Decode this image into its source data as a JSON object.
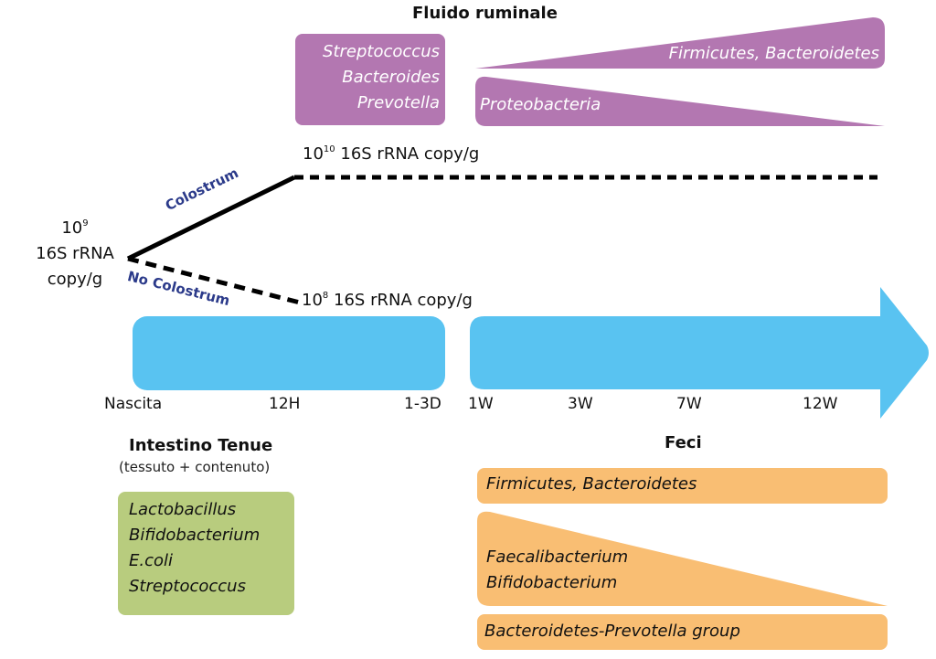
{
  "colors": {
    "rumen": "#b377b1",
    "timeline": "#59c3f1",
    "small_intestine": "#b8cc7e",
    "feces": "#f9be73",
    "branch_label": "#2b3a8a",
    "line": "#000000"
  },
  "rumen": {
    "title": "Fluido ruminale",
    "early_box": [
      "Streptococcus",
      "Bacteroides",
      "Prevotella"
    ],
    "increasing": "Firmicutes, Bacteroidetes",
    "decreasing": "Proteobacteria"
  },
  "load": {
    "birth": {
      "base": "10",
      "exp": "9",
      "line1": "16S  rRNA",
      "line2": "copy/g"
    },
    "colostrum": {
      "base": "10",
      "exp": "10",
      "unit": "16S  rRNA copy/g",
      "branch": "Colostrum"
    },
    "no_colostrum": {
      "base": "10",
      "exp": "8",
      "unit": "16S  rRNA copy/g",
      "branch": "No Colostrum"
    }
  },
  "timeline": {
    "ticks": [
      "Nascita",
      "12H",
      "1-3D",
      "1W",
      "3W",
      "7W",
      "12W"
    ]
  },
  "small_intestine": {
    "title": "Intestino Tenue",
    "subtitle": "(tessuto + contenuto)",
    "taxa": [
      "Lactobacillus",
      "Bifidobacterium",
      "E.coli",
      "Streptococcus"
    ]
  },
  "feces": {
    "title": "Feci",
    "top": "Firmicutes, Bacteroidetes",
    "decreasing": [
      "Faecalibacterium",
      "Bifidobacterium"
    ],
    "bottom": "Bacteroidetes-Prevotella group"
  }
}
